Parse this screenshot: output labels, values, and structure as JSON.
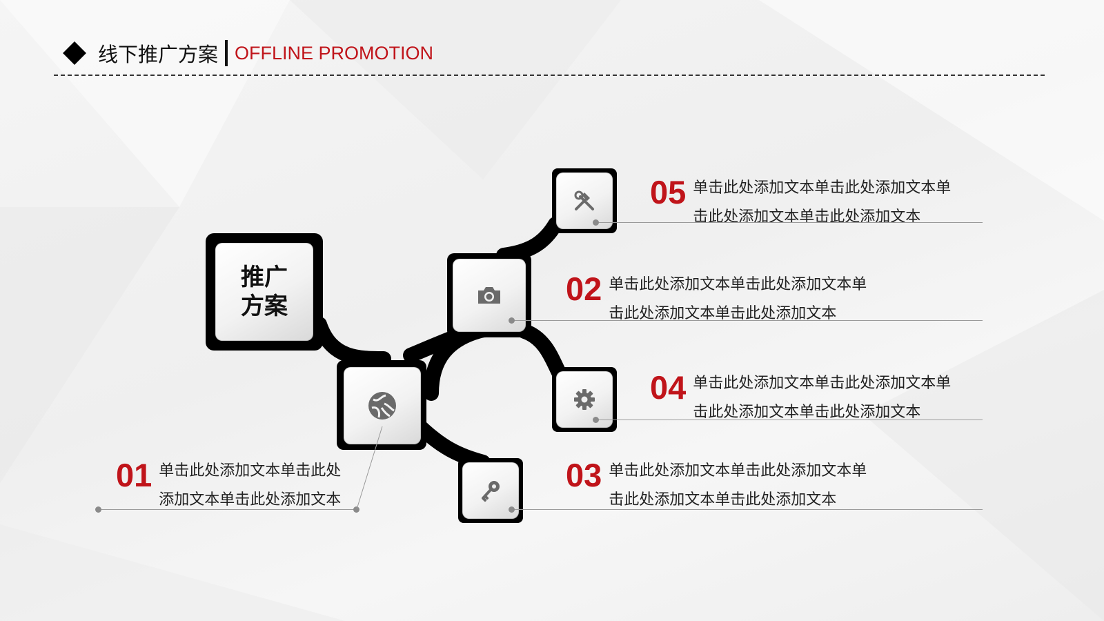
{
  "header": {
    "title_cn": "线下推广方案",
    "title_en": "OFFLINE PROMOTION"
  },
  "hub": {
    "main_label_line1": "推广",
    "main_label_line2": "方案"
  },
  "items": [
    {
      "num": "01",
      "line1": "单击此处添加文本单击此处",
      "line2": "添加文本单击此处添加文本",
      "icon": "globe-icon"
    },
    {
      "num": "02",
      "line1": "单击此处添加文本单击此处添加文本单",
      "line2": "击此处添加文本单击此处添加文本",
      "icon": "camera-icon"
    },
    {
      "num": "03",
      "line1": "单击此处添加文本单击此处添加文本单",
      "line2": "击此处添加文本单击此处添加文本",
      "icon": "key-icon"
    },
    {
      "num": "04",
      "line1": "单击此处添加文本单击此处添加文本单",
      "line2": "击此处添加文本单击此处添加文本",
      "icon": "gear-icon"
    },
    {
      "num": "05",
      "line1": "单击此处添加文本单击此处添加文本单",
      "line2": "击此处添加文本单击此处添加文本",
      "icon": "tools-icon"
    }
  ],
  "colors": {
    "accent": "#c0141a",
    "dark": "#111111"
  }
}
